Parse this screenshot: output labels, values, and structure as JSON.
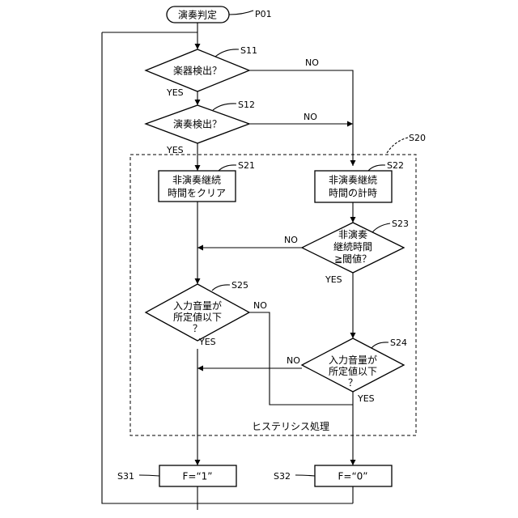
{
  "start": "演奏判定",
  "refs": {
    "p01": "P01",
    "s11": "S11",
    "s12": "S12",
    "s20": "S20",
    "s21": "S21",
    "s22": "S22",
    "s23": "S23",
    "s24": "S24",
    "s25": "S25",
    "s31": "S31",
    "s32": "S32"
  },
  "nodes": {
    "s11": [
      "楽器検出？"
    ],
    "s12": [
      "演奏検出？"
    ],
    "s21": [
      "非演奏継続",
      "時間をクリア"
    ],
    "s22": [
      "非演奏継続",
      "時間の計時"
    ],
    "s23": [
      "非演奏",
      "継続時間",
      "≧閾値？"
    ],
    "s25": [
      "入力音量が",
      "所定値以下",
      "？"
    ],
    "s24": [
      "入力音量が",
      "所定値以下",
      "？"
    ],
    "s31": [
      "F=“1”"
    ],
    "s32": [
      "F=“0”"
    ]
  },
  "labels": {
    "s11_no": "NO",
    "s11_yes": "YES",
    "s12_no": "NO",
    "s12_yes": "YES",
    "s23_no": "NO",
    "s23_yes": "YES",
    "s25_no": "NO",
    "s25_yes": "YES",
    "s24_no": "NO",
    "s24_yes": "YES"
  },
  "group_label": "ヒステリシス処理"
}
